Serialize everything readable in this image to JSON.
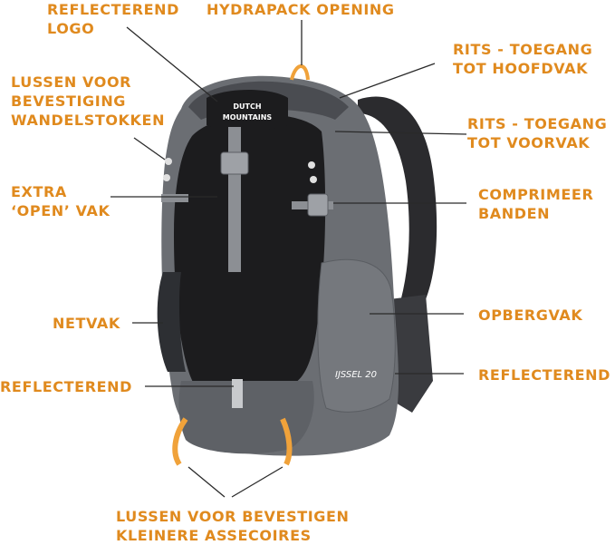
{
  "labels": {
    "reflecterend_logo": [
      "REFLECTEREND",
      "LOGO"
    ],
    "hydrapack_opening": "HYDRAPACK OPENING",
    "rits_hoofdvak": [
      "RITS - TOEGANG",
      "TOT HOOFDVAK"
    ],
    "lussen_wandelstokken": [
      "LUSSEN VOOR",
      "BEVESTIGING",
      "WANDELSTOKKEN"
    ],
    "rits_voorvak": [
      "RITS - TOEGANG",
      "TOT VOORVAK"
    ],
    "extra_open_vak": [
      "EXTRA",
      "‘OPEN’ VAK"
    ],
    "comprimeer_banden": [
      "COMPRIMEER",
      "BANDEN"
    ],
    "netvak": "NETVAK",
    "opbergvak": "OPBERGVAK",
    "reflecterend_left": "REFLECTEREND",
    "reflecterend_right": "REFLECTEREND",
    "lussen_accessoires": [
      "LUSSEN VOOR BEVESTIGEN",
      "KLEINERE ASSECOIRES"
    ]
  },
  "backpack": {
    "brand_logo": [
      "DUTCH",
      "MOUNTAINS"
    ],
    "model": "IJSSEL 20"
  },
  "colors": {
    "label_orange": "#e08a1e",
    "leader_line": "#2a2a2a",
    "body_grey": "#6b6e73",
    "panel_black": "#1c1c1e",
    "strap_grey": "#8c8f94",
    "loop_orange": "#f0a23a"
  }
}
